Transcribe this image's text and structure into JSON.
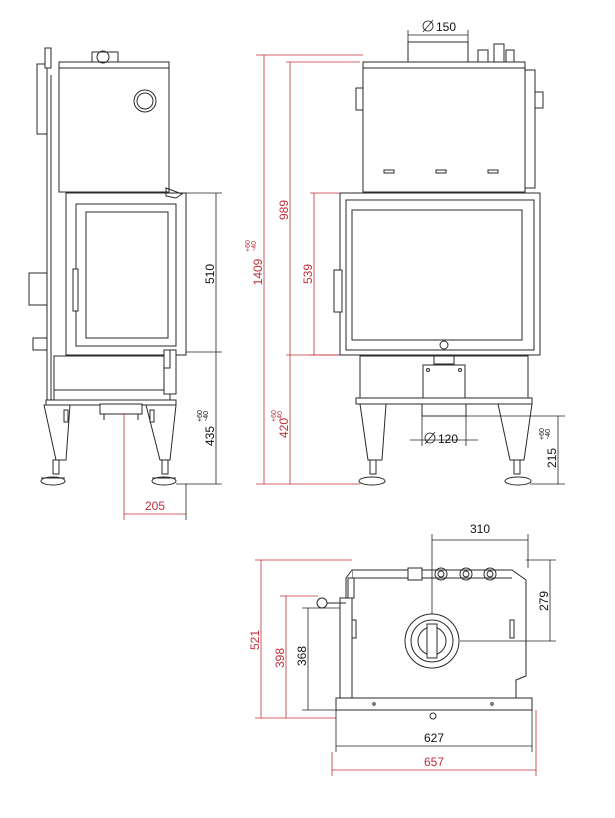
{
  "dimensions": {
    "flue_diameter": "150",
    "total_height": "1409",
    "total_height_tol_plus": "+60",
    "total_height_tol_minus": "-40",
    "door_top_height": "989",
    "glass_height": "539",
    "door_height": "510",
    "base_height_front": "420",
    "base_height_front_tol_plus": "+60",
    "base_height_front_tol_minus": "-40",
    "base_height_side": "435",
    "base_height_side_tol_plus": "+60",
    "base_height_side_tol_minus": "-40",
    "air_inlet_diameter": "120",
    "air_inlet_height": "215",
    "air_inlet_height_tol_plus": "+60",
    "air_inlet_height_tol_minus": "-40",
    "air_inlet_offset_side": "205",
    "flue_offset_top": "310",
    "flue_offset_depth": "279",
    "plan_depth_total": "521",
    "plan_depth_body": "398",
    "plan_depth_inner": "368",
    "plan_width_body": "627",
    "plan_width_total": "657"
  },
  "colors": {
    "line": "#2a2a2a",
    "dimension_red": "#c0303a",
    "dimension_black": "#222222"
  }
}
